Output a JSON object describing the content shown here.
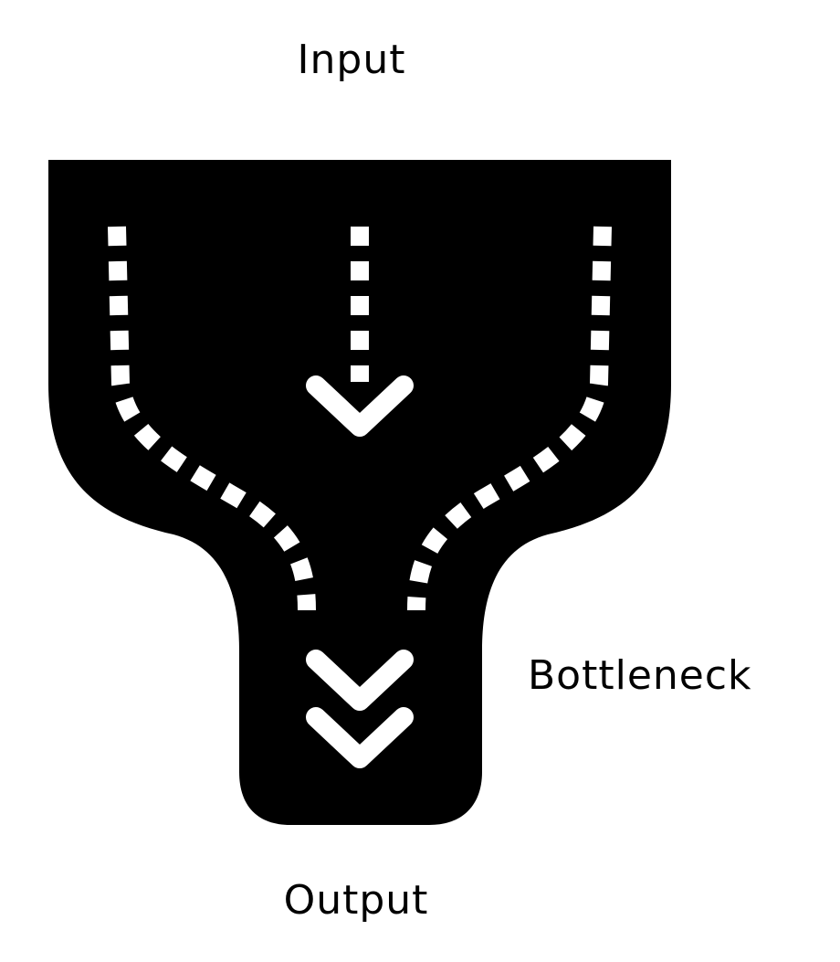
{
  "labels": {
    "top": "Input",
    "side": "Bottleneck",
    "bottom": "Output"
  },
  "colors": {
    "shape": "#000000",
    "marks": "#ffffff",
    "background": "#ffffff"
  },
  "icons": {
    "funnel": "funnel-shape",
    "arrow": "chevron-down-icon"
  }
}
